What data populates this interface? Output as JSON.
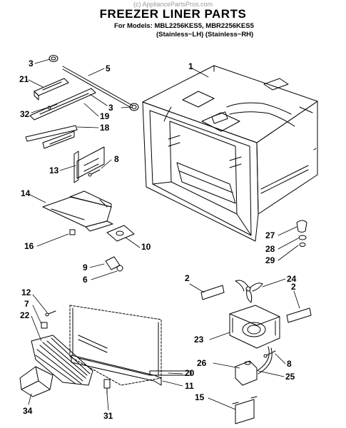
{
  "watermark": "(c) AppliancePartsPros.com",
  "title": "FREEZER LINER PARTS",
  "models_line": "For Models: MBL2256KES5, MBR2256KES5",
  "variants_line": "(Stainless~LH)  (Stainless~RH)",
  "callouts": {
    "c1": "1",
    "c2a": "2",
    "c2b": "2",
    "c3a": "3",
    "c3b": "3",
    "c5": "5",
    "c6": "6",
    "c7": "7",
    "c8a": "8",
    "c8b": "8",
    "c9": "9",
    "c10": "10",
    "c11": "11",
    "c12": "12",
    "c13": "13",
    "c14": "14",
    "c15": "15",
    "c16": "16",
    "c18": "18",
    "c19": "19",
    "c20": "20",
    "c21": "21",
    "c22": "22",
    "c23": "23",
    "c24": "24",
    "c25": "25",
    "c26": "26",
    "c27": "27",
    "c28": "28",
    "c29": "29",
    "c31": "31",
    "c32": "32",
    "c34": "34"
  }
}
